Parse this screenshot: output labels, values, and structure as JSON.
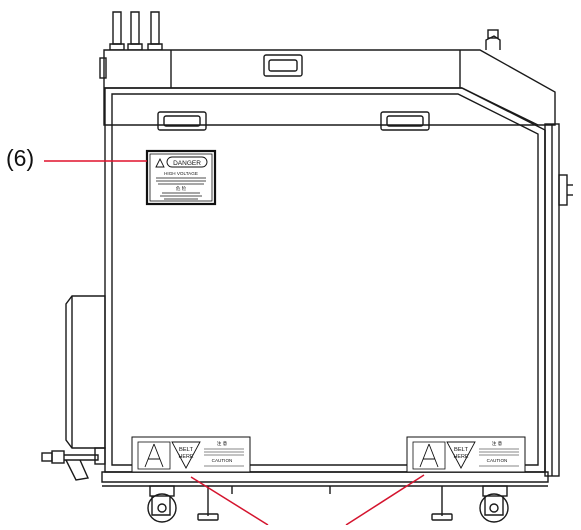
{
  "callouts": {
    "warning_label": "(6)"
  },
  "warning_label": {
    "brand": "DANGER",
    "heading": "HIGH VOLTAGE",
    "sub_heading": "危 险"
  },
  "belt_labels": {
    "belt_text": "BELT",
    "here_text": "HERE",
    "caution_heading": "注  意",
    "caution_text": "CAUTION"
  },
  "colors": {
    "line": "#1a1a1a",
    "callout_leader": "#e0102b",
    "callout_leader_bottom": "#d4142e",
    "label_fill": "#111111"
  }
}
